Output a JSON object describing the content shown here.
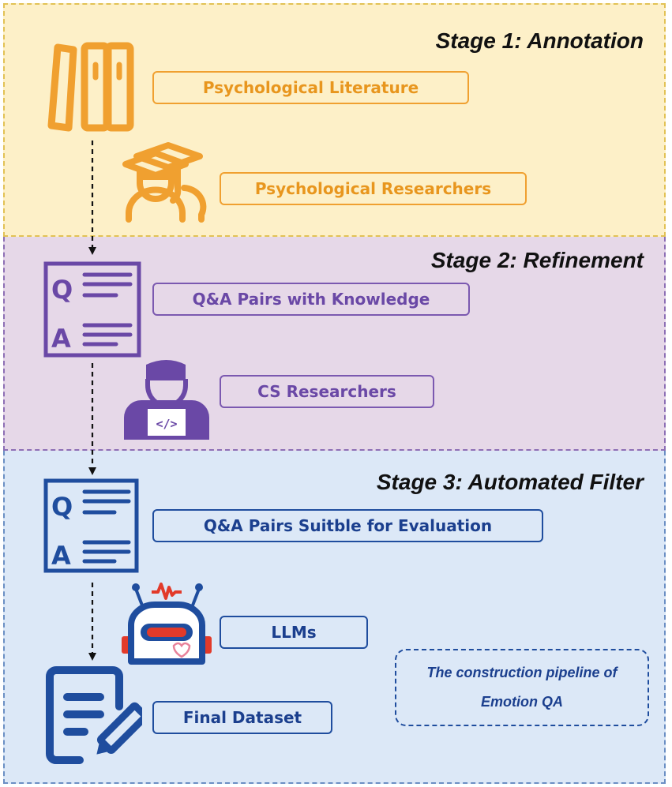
{
  "stages": [
    {
      "title": "Stage 1: Annotation",
      "items": [
        "Psychological Literature",
        "Psychological Researchers"
      ]
    },
    {
      "title": "Stage 2: Refinement",
      "items": [
        "Q&A Pairs with Knowledge",
        "CS Researchers"
      ]
    },
    {
      "title": "Stage 3: Automated Filter",
      "items": [
        "Q&A Pairs Suitble for Evaluation",
        "LLMs",
        "Final Dataset"
      ]
    }
  ],
  "qa_icon": {
    "q": "Q",
    "a": "A"
  },
  "laptop_icon_text": "</>",
  "caption": {
    "line1": "The construction pipeline of",
    "line2": "Emotion QA"
  },
  "colors": {
    "stage1_bg": "#fdf0c8",
    "stage2_bg": "#e6d8e8",
    "stage3_bg": "#dce8f7",
    "orange": "#f0a030",
    "purple": "#6a48a6",
    "blue": "#1b3f8e"
  },
  "icons": [
    "books-icon",
    "graduate-group-icon",
    "qa-document-icon",
    "developer-laptop-icon",
    "robot-icon",
    "edit-document-icon"
  ]
}
